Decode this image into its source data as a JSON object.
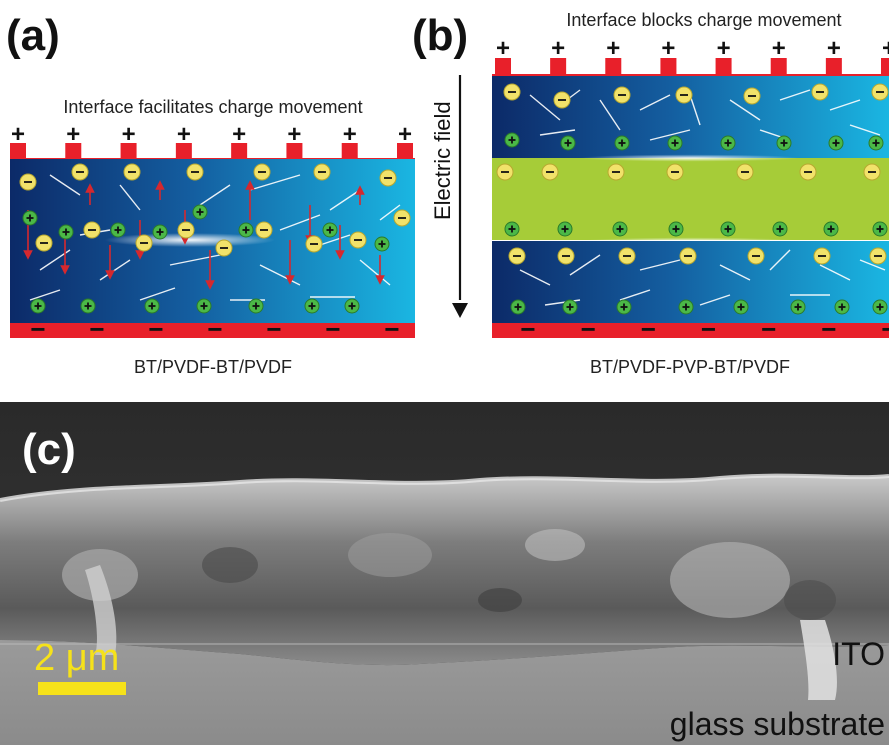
{
  "panel_a": {
    "label": "(a)",
    "caption_top": "Interface facilitates charge movement",
    "caption_bottom": "BT/PVDF-BT/PVDF",
    "plus_glyph": "+",
    "minus_glyph": "−"
  },
  "panel_b": {
    "label": "(b)",
    "caption_top": "Interface blocks charge movement",
    "caption_bottom": "BT/PVDF-PVP-BT/PVDF",
    "plus_glyph": "+",
    "minus_glyph": "−"
  },
  "field_arrow": {
    "label": "Electric field"
  },
  "panel_c": {
    "label": "(c)",
    "ito_label": "ITO",
    "substrate_label": "glass substrate",
    "scale_bar_label": "2 μm"
  },
  "colors": {
    "electrode_red": "#e8202a",
    "layer_dark": "#0e2f6e",
    "layer_light": "#1ab4e0",
    "pvp_green": "#a6cc38",
    "negative_charge": "#f1e26a",
    "positive_charge": "#4bb847",
    "field_arrow_red": "#d6282e",
    "scale_bar_yellow": "#f6e21a"
  }
}
